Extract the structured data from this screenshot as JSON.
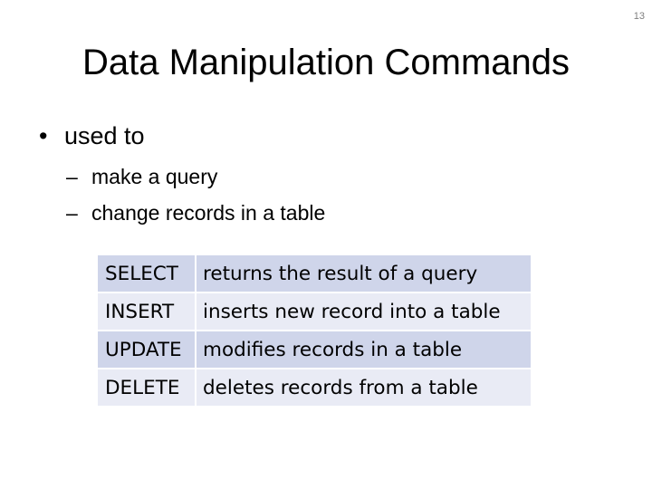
{
  "slide": {
    "number": "13",
    "title": "Data Manipulation Commands"
  },
  "bullets": [
    {
      "marker": "•",
      "text": "used to",
      "sub_marker": "–",
      "sub_items": [
        "make a query",
        "change records in a table"
      ]
    }
  ],
  "commands_table": {
    "rows": [
      {
        "command": "SELECT",
        "description": "returns the result of a query"
      },
      {
        "command": "INSERT",
        "description": "inserts new record into a table"
      },
      {
        "command": "UPDATE",
        "description": "modifies records in a table"
      },
      {
        "command": "DELETE",
        "description": "deletes records from a table"
      }
    ]
  },
  "colors": {
    "row_band_dark": "#cfd5ea",
    "row_band_light": "#e9ebf5",
    "slide_number": "#7f7f7f"
  }
}
